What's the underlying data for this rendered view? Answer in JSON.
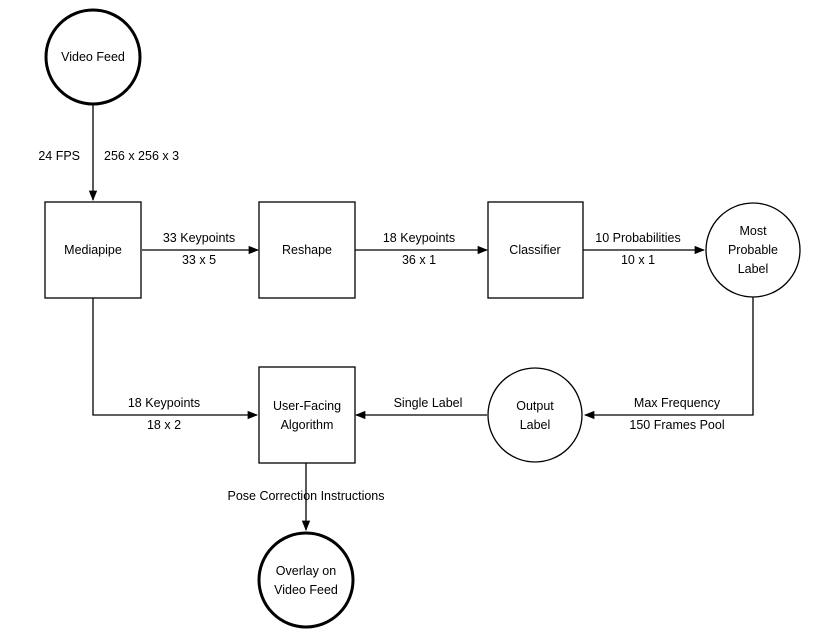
{
  "nodes": {
    "video_feed": "Video Feed",
    "mediapipe": "Mediapipe",
    "reshape": "Reshape",
    "classifier": "Classifier",
    "most_probable": [
      "Most",
      "Probable",
      "Label"
    ],
    "output_label": [
      "Output",
      "Label"
    ],
    "user_facing": [
      "User-Facing",
      "Algorithm"
    ],
    "overlay": [
      "Overlay on",
      "Video Feed"
    ]
  },
  "edges": {
    "video_to_mediapipe": {
      "left": "24 FPS",
      "right": "256 x 256 x 3"
    },
    "mediapipe_to_reshape": {
      "top": "33 Keypoints",
      "bottom": "33 x 5"
    },
    "reshape_to_classifier": {
      "top": "18 Keypoints",
      "bottom": "36 x 1"
    },
    "classifier_to_most": {
      "top": "10 Probabilities",
      "bottom": "10 x 1"
    },
    "mediapipe_to_user": {
      "top": "18 Keypoints",
      "bottom": "18 x 2"
    },
    "output_to_user": {
      "top": "Single Label"
    },
    "most_to_output": {
      "top": "Max Frequency",
      "bottom": "150 Frames Pool"
    },
    "user_to_overlay": {
      "top": "Pose Correction Instructions"
    }
  }
}
